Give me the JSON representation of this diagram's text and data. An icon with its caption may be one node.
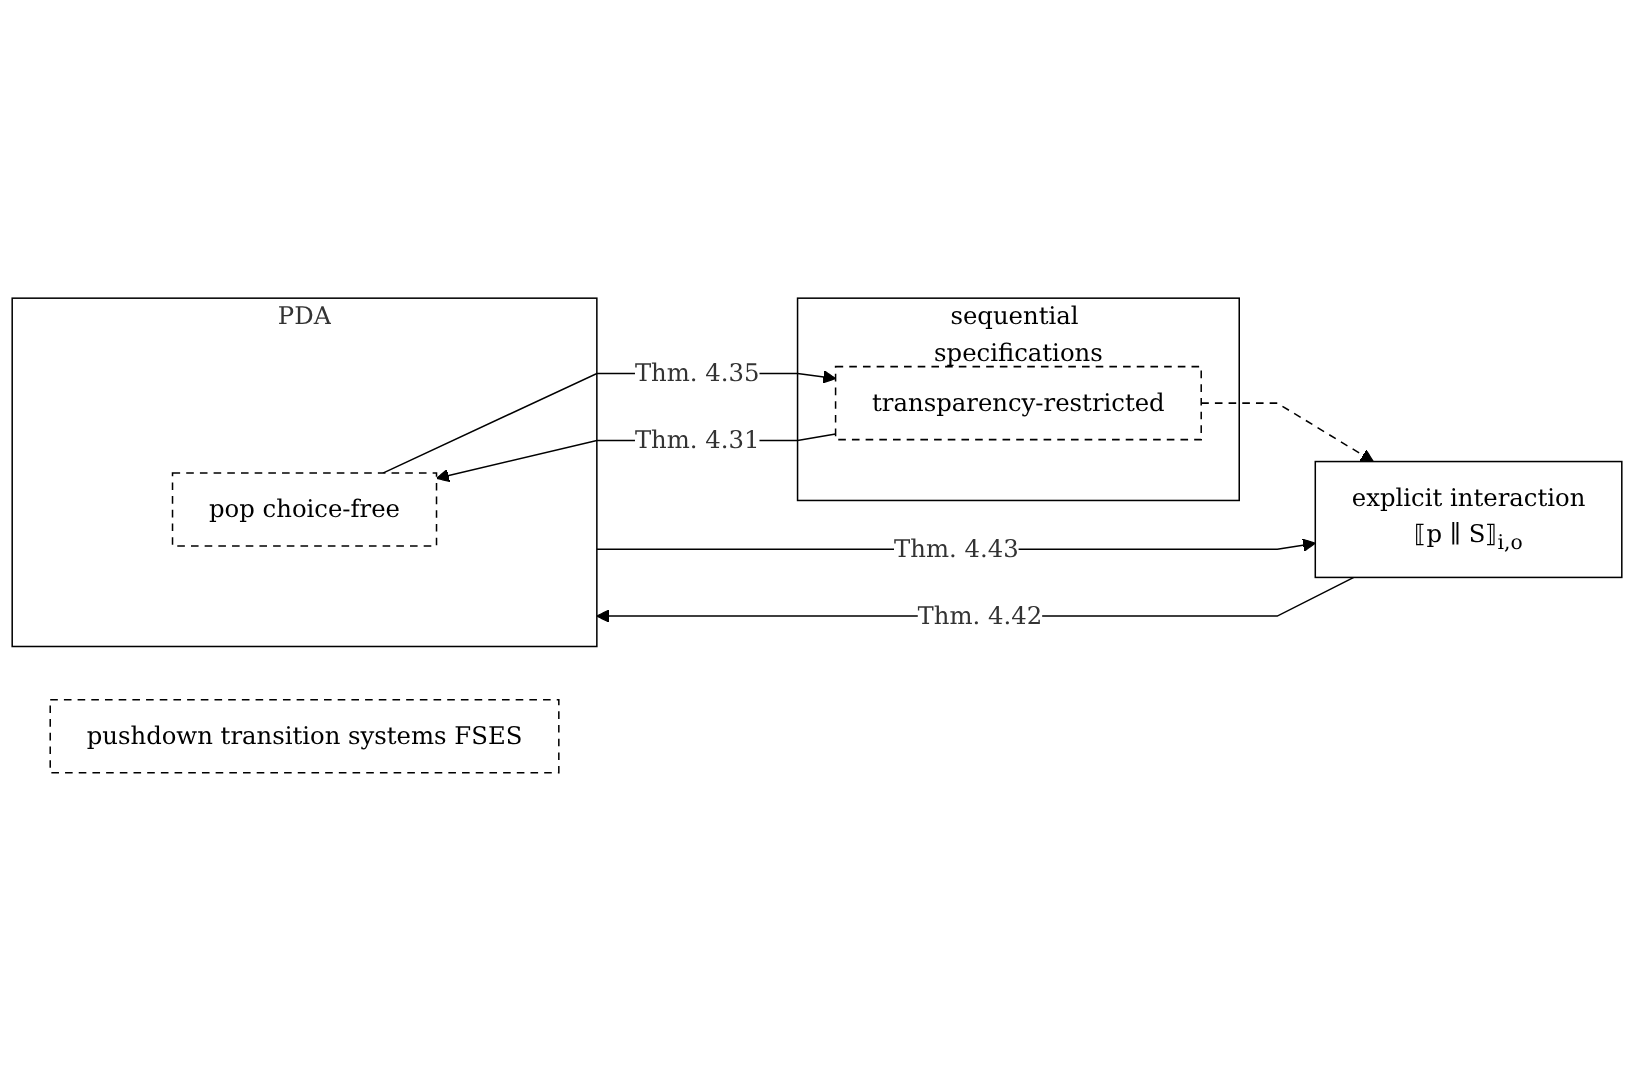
{
  "diagram": {
    "nodes": [
      {
        "text": [
          "PDA"
        ]
      },
      {
        "text": [
          "pop choice-free"
        ],
        "in": 0
      },
      {
        "text": [
          "sequential specifications"
        ]
      },
      {
        "text": [
          "transparency-restricted"
        ],
        "in": 2
      },
      {
        "text": [
          "explicit interaction",
          "⟦p ∥ S⟧$_{i,o}$"
        ]
      },
      {
        "text": [
          "pushdown transition systems FSES"
        ]
      }
    ],
    "edges": [
      {
        "from": 1,
        "to": 3,
        "arrow": "to",
        "label": "Thm. 4.35"
      },
      {
        "from": 3,
        "to": 1,
        "arrow": "to",
        "label": "Thm. 4.31"
      },
      {
        "from": 4,
        "to": 0,
        "arrow": "to",
        "label": "Thm. 4.42"
      },
      {
        "from": 0,
        "to": 4,
        "arrow": "to",
        "label": "Thm. 4.43"
      },
      {
        "from": 3,
        "to": 4,
        "arrow": "to",
        "style": "dashed"
      }
    ]
  }
}
